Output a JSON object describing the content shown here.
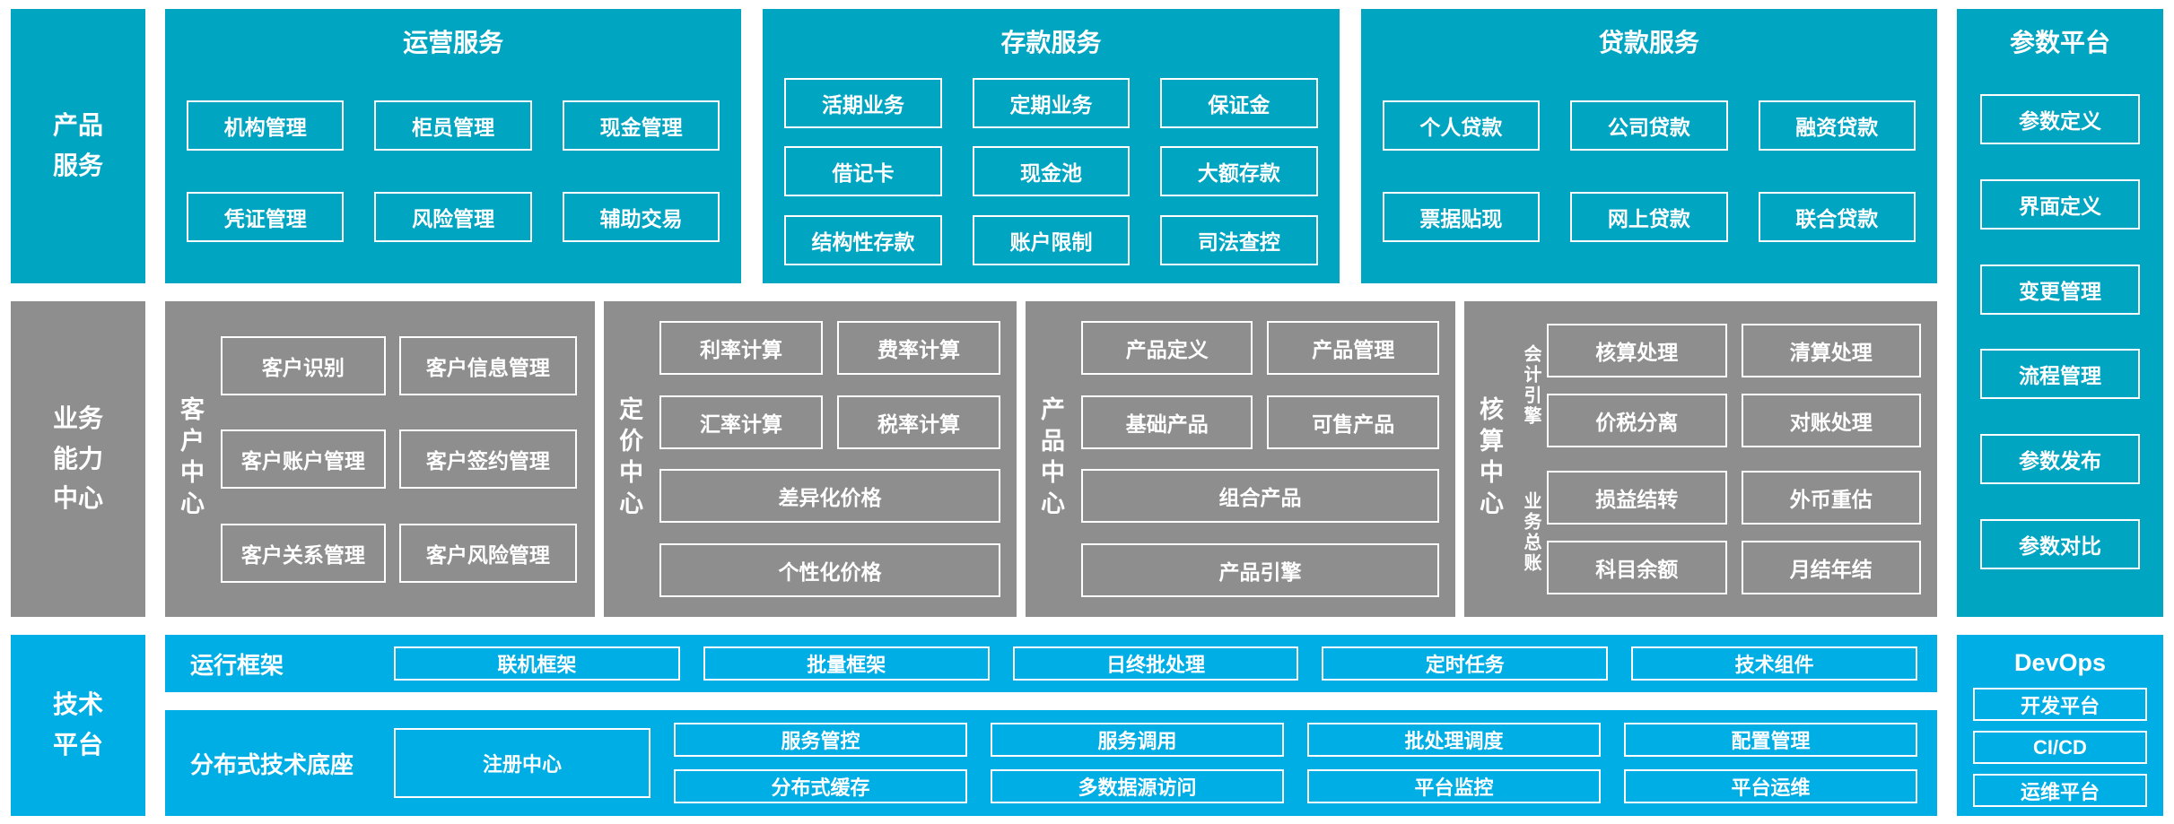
{
  "colors": {
    "teal": "#00A5C1",
    "gray": "#8E8E8E",
    "blue": "#00AEE6",
    "text": "#FFFFFF"
  },
  "sidebar": {
    "product_label": "产品服务",
    "business_label": "业务能力中心",
    "tech_label": "技术平台"
  },
  "top": {
    "operations": {
      "title": "运营服务",
      "items": [
        "机构管理",
        "柜员管理",
        "现金管理",
        "凭证管理",
        "风险管理",
        "辅助交易"
      ]
    },
    "deposit": {
      "title": "存款服务",
      "items": [
        "活期业务",
        "定期业务",
        "保证金",
        "借记卡",
        "现金池",
        "大额存款",
        "结构性存款",
        "账户限制",
        "司法查控"
      ]
    },
    "loan": {
      "title": "贷款服务",
      "items": [
        "个人贷款",
        "公司贷款",
        "融资贷款",
        "票据贴现",
        "网上贷款",
        "联合贷款"
      ]
    }
  },
  "param_platform": {
    "title": "参数平台",
    "items": [
      "参数定义",
      "界面定义",
      "变更管理",
      "流程管理",
      "参数发布",
      "参数对比"
    ]
  },
  "middle": {
    "customer": {
      "title": "客户中心",
      "items": [
        "客户识别",
        "客户信息管理",
        "客户账户管理",
        "客户签约管理",
        "客户关系管理",
        "客户风险管理"
      ]
    },
    "pricing": {
      "title": "定价中心",
      "small_items": [
        "利率计算",
        "费率计算",
        "汇率计算",
        "税率计算"
      ],
      "wide_items": [
        "差异化价格",
        "个性化价格"
      ]
    },
    "product": {
      "title": "产品中心",
      "small_items": [
        "产品定义",
        "产品管理",
        "基础产品",
        "可售产品"
      ],
      "wide_items": [
        "组合产品",
        "产品引擎"
      ]
    },
    "accounting": {
      "title": "核算中心",
      "groups": [
        {
          "label": "会计引擎",
          "items": [
            "核算处理",
            "清算处理",
            "价税分离",
            "对账处理"
          ]
        },
        {
          "label": "业务总账",
          "items": [
            "损益结转",
            "外币重估",
            "科目余额",
            "月结年结"
          ]
        }
      ]
    }
  },
  "bottom": {
    "runtime": {
      "title": "运行框架",
      "items": [
        "联机框架",
        "批量框架",
        "日终批处理",
        "定时任务",
        "技术组件"
      ]
    },
    "distributed": {
      "title": "分布式技术底座",
      "registry": "注册中心",
      "items": [
        "服务管控",
        "服务调用",
        "批处理调度",
        "配置管理",
        "分布式缓存",
        "多数据源访问",
        "平台监控",
        "平台运维"
      ]
    }
  },
  "devops": {
    "title": "DevOps",
    "items": [
      "开发平台",
      "CI/CD",
      "运维平台"
    ]
  }
}
